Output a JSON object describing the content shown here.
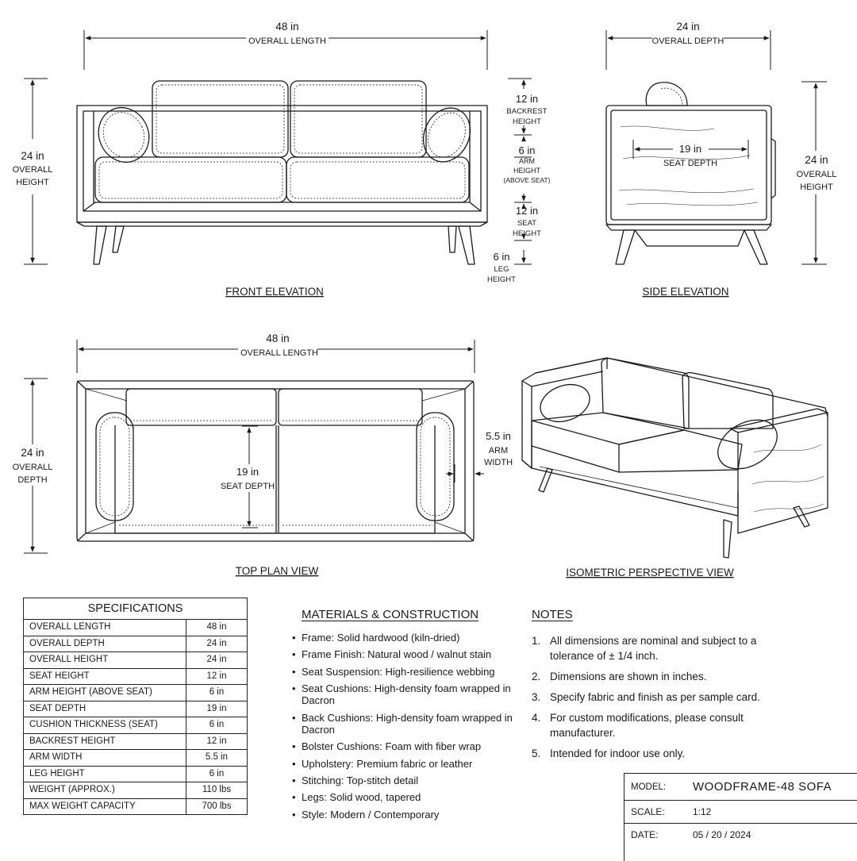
{
  "front": {
    "length_value": "48 in",
    "length_label": "OVERALL LENGTH",
    "height_value": "24 in",
    "height_label1": "OVERALL",
    "height_label2": "HEIGHT",
    "backrest_value": "12 in",
    "backrest_label1": "BACKREST",
    "backrest_label2": "HEIGHT",
    "arm_value": "6 in",
    "arm_label1": "ARM",
    "arm_label2": "HEIGHT",
    "arm_label3": "(ABOVE SEAT)",
    "seat_value": "12 in",
    "seat_label1": "SEAT",
    "seat_label2": "HEIGHT",
    "leg_value": "6 in",
    "leg_label1": "LEG",
    "leg_label2": "HEIGHT",
    "caption": "FRONT ELEVATION"
  },
  "side": {
    "depth_value": "24 in",
    "depth_label": "OVERALL DEPTH",
    "seatdepth_value": "19 in",
    "seatdepth_label": "SEAT DEPTH",
    "height_value": "24 in",
    "height_label1": "OVERALL",
    "height_label2": "HEIGHT",
    "caption": "SIDE ELEVATION"
  },
  "plan": {
    "length_value": "48 in",
    "length_label": "OVERALL LENGTH",
    "depth_value": "24 in",
    "depth_label1": "OVERALL",
    "depth_label2": "DEPTH",
    "seatdepth_value": "19 in",
    "seatdepth_label": "SEAT DEPTH",
    "arm_value": "5.5 in",
    "arm_label1": "ARM",
    "arm_label2": "WIDTH",
    "caption": "TOP PLAN VIEW"
  },
  "iso": {
    "caption": "ISOMETRIC PERSPECTIVE VIEW"
  },
  "specifications": {
    "title": "SPECIFICATIONS",
    "rows": [
      {
        "label": "OVERALL LENGTH",
        "value": "48  in"
      },
      {
        "label": "OVERALL DEPTH",
        "value": "24  in"
      },
      {
        "label": "OVERALL HEIGHT",
        "value": "24  in"
      },
      {
        "label": "SEAT HEIGHT",
        "value": "12  in"
      },
      {
        "label": "ARM HEIGHT (ABOVE SEAT)",
        "value": "6  in"
      },
      {
        "label": "SEAT DEPTH",
        "value": "19  in"
      },
      {
        "label": "CUSHION THICKNESS (SEAT)",
        "value": "6  in"
      },
      {
        "label": "BACKREST HEIGHT",
        "value": "12  in"
      },
      {
        "label": "ARM WIDTH",
        "value": "5.5  in"
      },
      {
        "label": "LEG HEIGHT",
        "value": "6  in"
      },
      {
        "label": "WEIGHT (APPROX.)",
        "value": "110  lbs"
      },
      {
        "label": "MAX WEIGHT CAPACITY",
        "value": "700  lbs"
      }
    ]
  },
  "materials": {
    "title": "MATERIALS & CONSTRUCTION",
    "items": [
      "Frame: Solid hardwood (kiln-dried)",
      "Frame Finish: Natural wood / walnut stain",
      "Seat Suspension: High-resilience webbing",
      "Seat Cushions: High-density foam wrapped in Dacron",
      "Back Cushions: High-density foam wrapped in Dacron",
      "Bolster Cushions: Foam with fiber wrap",
      "Upholstery: Premium fabric or leather",
      "Stitching: Top-stitch detail",
      "Legs: Solid wood, tapered",
      "Style: Modern / Contemporary"
    ]
  },
  "notes": {
    "title": "NOTES",
    "items": [
      {
        "num": "1.",
        "text": "All dimensions are nominal and subject to a tolerance of ± 1/4 inch."
      },
      {
        "num": "2.",
        "text": "Dimensions are shown in inches."
      },
      {
        "num": "3.",
        "text": "Specify fabric and finish as per sample card."
      },
      {
        "num": "4.",
        "text": "For custom modifications, please consult manufacturer."
      },
      {
        "num": "5.",
        "text": "Intended for indoor use only."
      }
    ]
  },
  "title_block": {
    "model_label": "MODEL:",
    "model_value": "WOODFRAME-48 SOFA",
    "scale_label": "SCALE:",
    "scale_value": "1:12",
    "date_label": "DATE:",
    "date_value": "05 / 20 / 2024"
  }
}
